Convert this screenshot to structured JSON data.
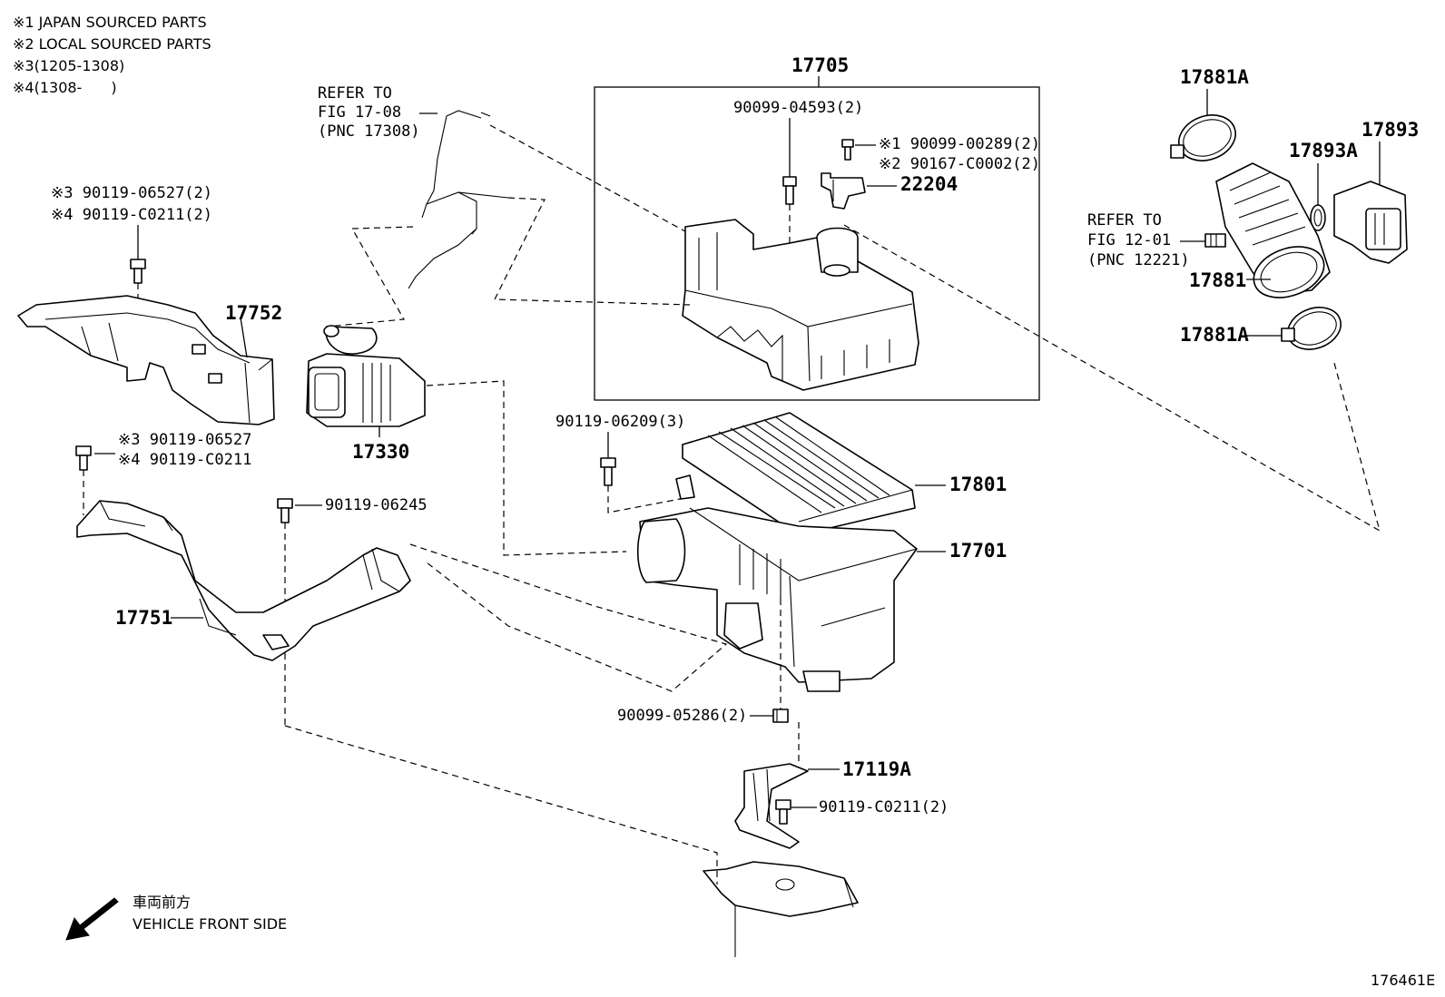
{
  "notes": {
    "n1": "※1 JAPAN SOURCED PARTS",
    "n2": "※2 LOCAL SOURCED PARTS",
    "n3": "※3(1205-1308)",
    "n4": "※4(1308-　　)"
  },
  "labels": {
    "p17705": "17705",
    "p90099_04593": "90099-04593(2)",
    "p90099_00289": "※1 90099-00289(2)",
    "p90167_c0002": "※2 90167-C0002(2)",
    "p22204": "22204",
    "refer1_l1": "REFER TO",
    "refer1_l2": "FIG 17-08",
    "refer1_l3": "(PNC 17308)",
    "p90119_06527_2": "※3 90119-06527(2)",
    "p90119_c0211_2a": "※4 90119-C0211(2)",
    "p17752": "17752",
    "p17330": "17330",
    "p90119_06527": "※3 90119-06527",
    "p90119_c0211": "※4 90119-C0211",
    "p90119_06245": "90119-06245",
    "p17751": "17751",
    "p90119_06209": "90119-06209(3)",
    "p17801": "17801",
    "p17701": "17701",
    "p90099_05286": "90099-05286(2)",
    "p17119a": "17119A",
    "p90119_c0211_2b": "90119-C0211(2)",
    "p17881a_top": "17881A",
    "p17893": "17893",
    "p17893a": "17893A",
    "refer2_l1": "REFER TO",
    "refer2_l2": "FIG 12-01",
    "refer2_l3": "(PNC 12221)",
    "p17881": "17881",
    "p17881a_bot": "17881A"
  },
  "footer": {
    "direction_jp": "車両前方",
    "direction_en": "VEHICLE FRONT SIDE",
    "figure_code": "176461E"
  },
  "icons": {
    "direction_arrow": "arrow-down-left-icon"
  }
}
